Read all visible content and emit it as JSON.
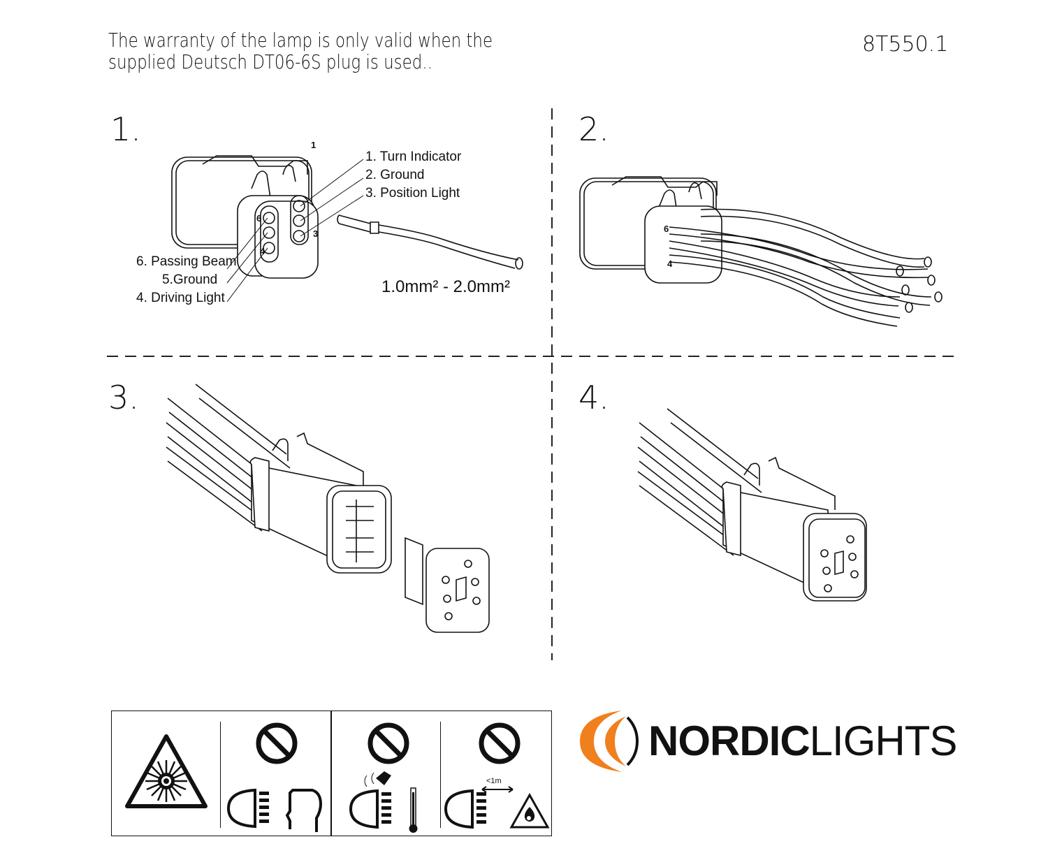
{
  "header": {
    "warranty_line1": "The warranty of the lamp is only valid when the",
    "warranty_line2": "supplied Deutsch DT06-6S plug is used..",
    "document_number": "8T550.1"
  },
  "steps": [
    {
      "number": "1."
    },
    {
      "number": "2."
    },
    {
      "number": "3."
    },
    {
      "number": "4."
    }
  ],
  "step1": {
    "pin_labels": [
      "1. Turn Indicator",
      "2. Ground",
      "3. Position Light",
      "6. Passing Beam",
      "5.Ground",
      "4. Driving Light"
    ],
    "pin_numbers": [
      "1",
      "3",
      "6",
      "4"
    ],
    "wire_gauge": "1.0mm² - 2.0mm²"
  },
  "step2": {
    "pin_numbers": [
      "6",
      "4"
    ]
  },
  "warnings": {
    "distance_label": "<1m",
    "icons": [
      "optical-radiation-warning-icon",
      "do-not-look-into-lamp-icon",
      "do-not-touch-hot-lamp-icon",
      "keep-flammables-away-icon"
    ]
  },
  "brand": {
    "bold": "NORDIC",
    "light": "LIGHTS",
    "accent": "#f07f1e"
  }
}
